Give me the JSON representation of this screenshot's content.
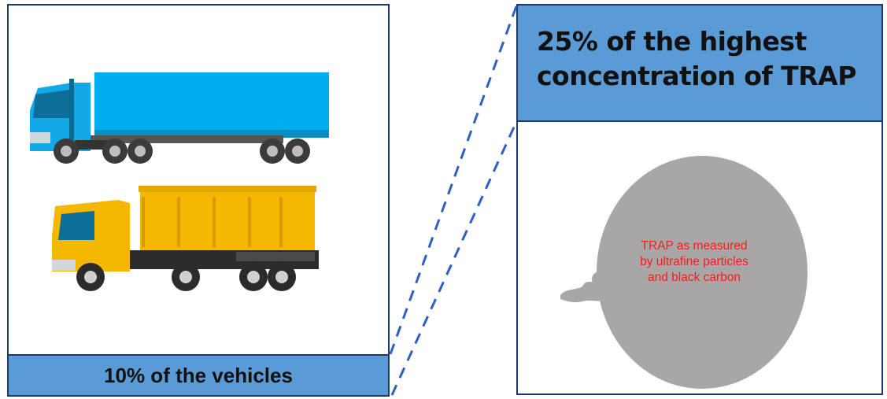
{
  "left_panel": {
    "caption": "10% of the vehicles",
    "icons": [
      "semi-truck-icon",
      "dump-truck-icon"
    ]
  },
  "right_panel": {
    "caption_line1": "25% of the highest",
    "caption_line2": "concentration of TRAP",
    "smoke_line1": "TRAP as measured",
    "smoke_line2": "by ultrafine particles",
    "smoke_line3": "and black carbon",
    "icons": [
      "exhaust-smoke-cloud-icon"
    ]
  },
  "colors": {
    "caption_bar": "#5b9bd5",
    "border": "#1f3864",
    "connector": "#2f5fc4",
    "semi_truck": "#00aeef",
    "dump_truck": "#f5b800",
    "smoke": "#a8a6a6",
    "smoke_text": "#ff1a1a"
  }
}
